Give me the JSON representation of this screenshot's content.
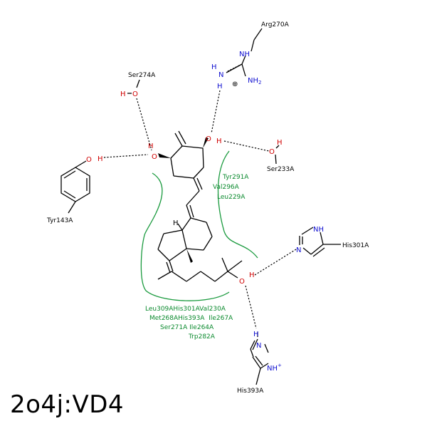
{
  "caption": "2o4j:VD4",
  "residues": {
    "arg270": "Arg270A",
    "ser274": "Ser274A",
    "ser233": "Ser233A",
    "tyr143": "Tyr143A",
    "his301": "His301A",
    "his393": "His393A"
  },
  "hydrophobic": {
    "upper": [
      "Tyr291A",
      "Val296A",
      "Leu229A"
    ],
    "lower": [
      "Leu309AHis301AVal230A",
      "Met268AHis393A  Ile267A",
      "Ser271A Ile264A",
      "Trp282A"
    ]
  },
  "atoms": {
    "nh": "NH",
    "n": "N",
    "h": "H",
    "o": "O",
    "nh2": "NH",
    "nh2_sub": "2",
    "nh_plus": "NH",
    "plus": "+",
    "charge": "⊕"
  },
  "colors": {
    "nitrogen": "#1010d0",
    "oxygen": "#d00000",
    "hydrophobic": "#0b8a2e"
  }
}
